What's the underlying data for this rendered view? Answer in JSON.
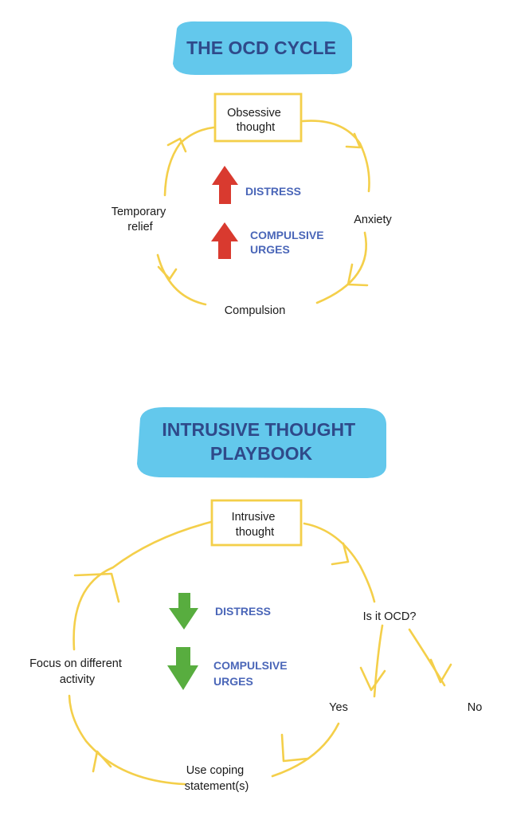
{
  "colors": {
    "title_bg": "#63c8ec",
    "title_text": "#2f4a8a",
    "arrow_line": "#f4cf4a",
    "up_arrow": "#d93a2f",
    "down_arrow": "#58ad3f",
    "effect_text": "#4a66b8"
  },
  "cycle": {
    "title": "THE OCD CYCLE",
    "nodes": {
      "obsessive": [
        "Obsessive",
        "thought"
      ],
      "anxiety": "Anxiety",
      "compulsion": "Compulsion",
      "relief": [
        "Temporary",
        "relief"
      ]
    },
    "effects": {
      "direction": "up",
      "distress": "DISTRESS",
      "urges": [
        "COMPULSIVE",
        "URGES"
      ]
    }
  },
  "playbook": {
    "title": [
      "INTRUSIVE THOUGHT",
      "PLAYBOOK"
    ],
    "nodes": {
      "intrusive": [
        "Intrusive",
        "thought"
      ],
      "is_ocd": "Is it OCD?",
      "yes": "Yes",
      "no": "No",
      "coping": [
        "Use coping",
        "statement(s)"
      ],
      "focus": [
        "Focus on different",
        "activity"
      ]
    },
    "effects": {
      "direction": "down",
      "distress": "DISTRESS",
      "urges": [
        "COMPULSIVE",
        "URGES"
      ]
    }
  }
}
